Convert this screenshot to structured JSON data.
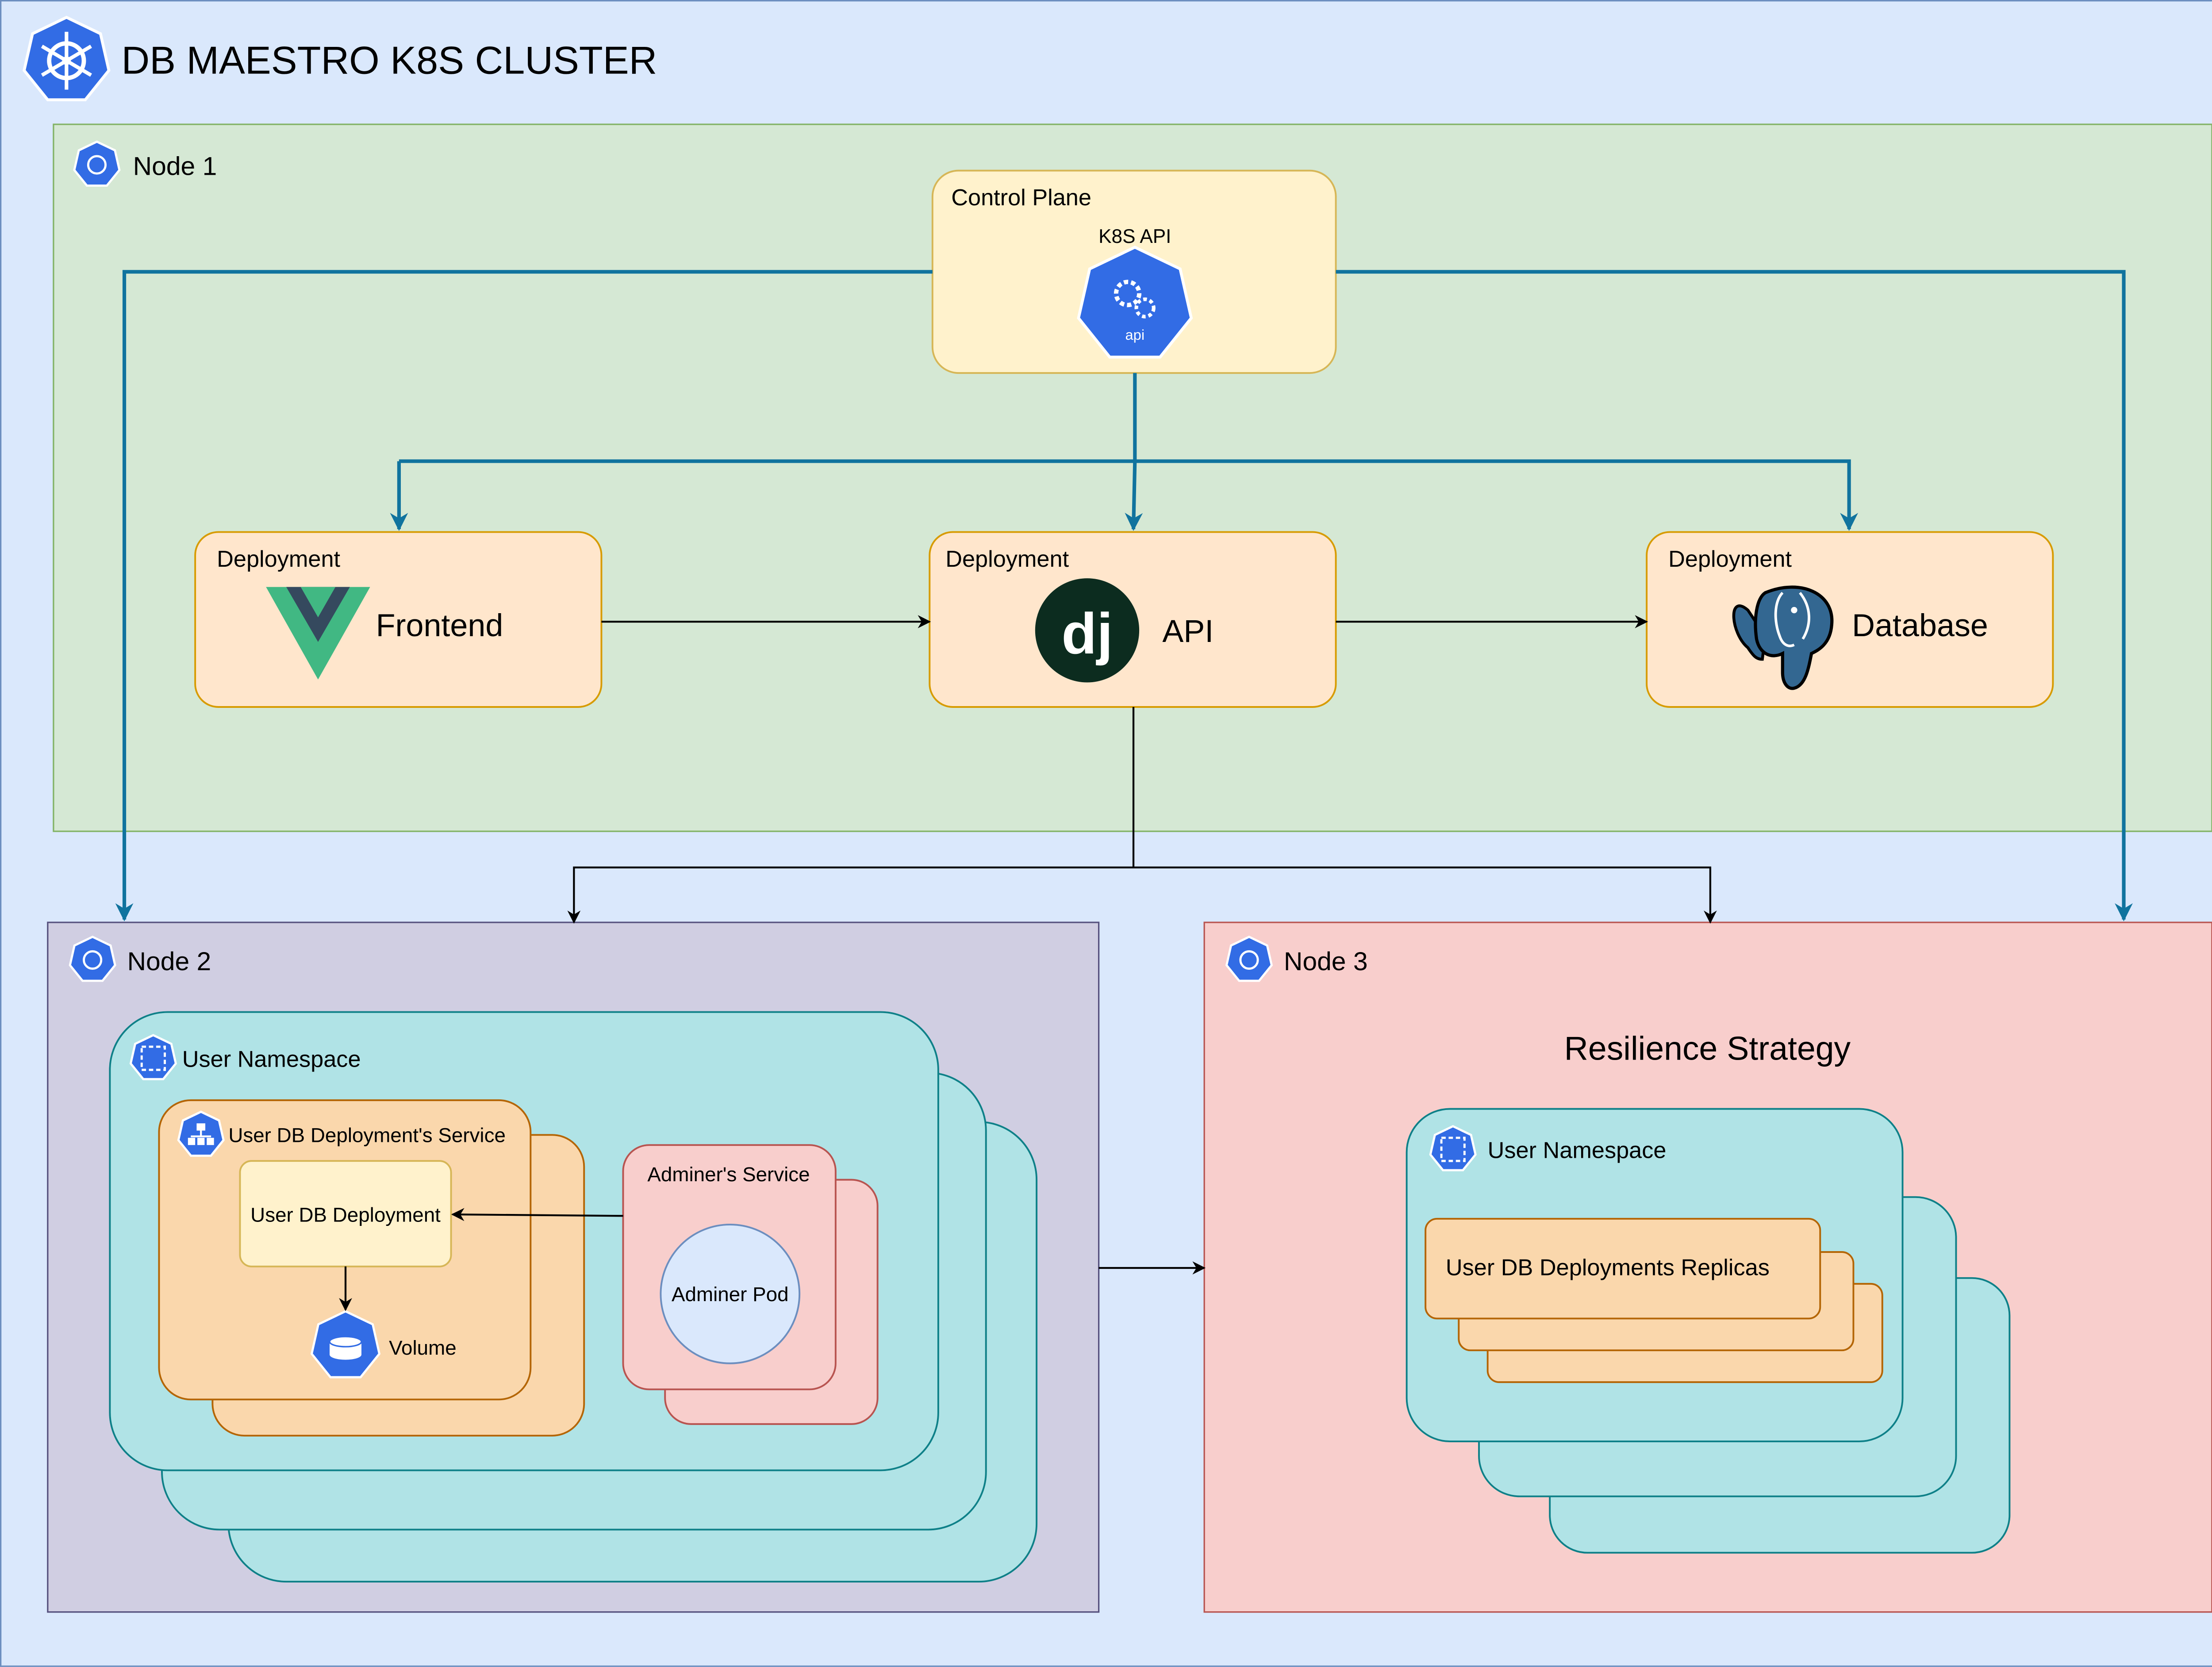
{
  "cluster": {
    "title": "DB MAESTRO K8S CLUSTER"
  },
  "node1": {
    "label": "Node 1",
    "control_plane": {
      "label": "Control Plane",
      "api_label": "K8S API",
      "api_icon_text": "api"
    },
    "frontend": {
      "kind": "Deployment",
      "name": "Frontend"
    },
    "api": {
      "kind": "Deployment",
      "name": "API",
      "logo_text": "dj"
    },
    "database": {
      "kind": "Deployment",
      "name": "Database"
    }
  },
  "node2": {
    "label": "Node 2",
    "namespace": "User Namespace",
    "service": "User DB Deployment's Service",
    "deployment": "User DB Deployment",
    "volume": "Volume",
    "adminer_service": "Adminer's Service",
    "adminer_pod": "Adminer Pod"
  },
  "node3": {
    "label": "Node 3",
    "title": "Resilience Strategy",
    "namespace": "User Namespace",
    "replicas": "User DB Deployments Replicas"
  },
  "colors": {
    "background": "#dae8fc",
    "node1": "#d5e8d4",
    "node2": "#d0cee2",
    "node3": "#f8cecc",
    "namespace": "#b0e3e6",
    "deployment": "#ffe6cc",
    "control_plane": "#fff2cc",
    "k8s_blue": "#326ce5",
    "arrow_blue": "#10739e"
  },
  "icons": {
    "cluster": "kubernetes-helm-icon",
    "node": "k8s-node-icon",
    "api": "k8s-api-icon",
    "frontend": "vue-logo",
    "api_logo": "django-logo",
    "database": "postgresql-elephant-logo",
    "namespace": "k8s-namespace-icon",
    "service": "k8s-service-icon",
    "volume": "k8s-volume-icon"
  }
}
